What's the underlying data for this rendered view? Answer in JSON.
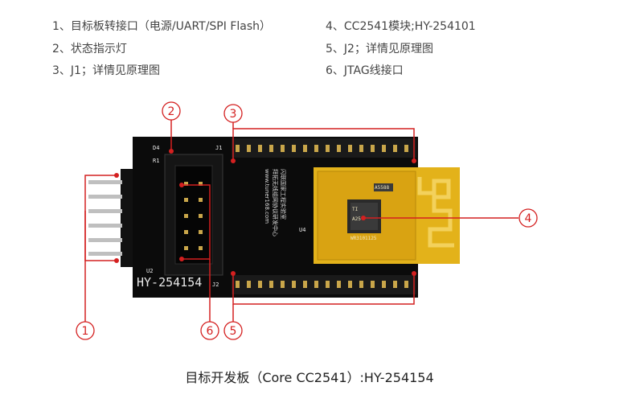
{
  "legend": [
    "1、目标板转接口（电源/UART/SPI Flash）",
    "2、状态指示灯",
    "3、J1；详情见原理图",
    "4、CC2541模块;HY-254101",
    "5、J2；详情见原理图",
    "6、JTAG线接口"
  ],
  "callouts": [
    "1",
    "2",
    "3",
    "4",
    "5",
    "6"
  ],
  "board": {
    "model_text": "HY-254154",
    "j2_label": "J2",
    "u2_label": "U2",
    "j1_label": "J1",
    "u4_label": "U4",
    "d4_label": "D4",
    "r1_label": "R1",
    "vertical_text_1": "闪联国家工程实验室",
    "vertical_text_2": "拜拓无线组网协议研发中心",
    "vertical_text_3": "www.tuner168.com",
    "module_text_1": "TI",
    "module_text_2": "A25",
    "module_text_3": "WR3101125",
    "module_chip": "A5588"
  },
  "caption": "目标开发板（Core CC2541）:HY-254154",
  "colors": {
    "callout": "#d42020",
    "pcb": "#0b0b0b",
    "module": "#e3b21a"
  }
}
